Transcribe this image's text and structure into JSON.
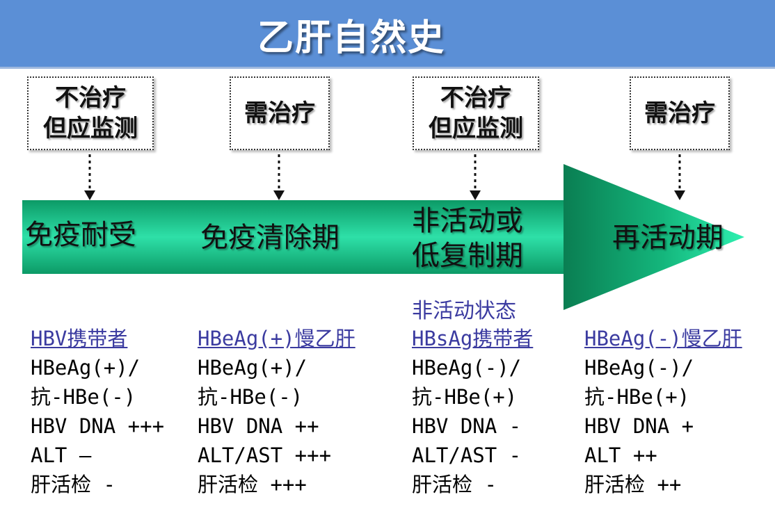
{
  "title": "乙肝自然史",
  "boxes": [
    {
      "line1": "不治疗",
      "line2": "但应监测"
    },
    {
      "line1": "需治疗"
    },
    {
      "line1": "不治疗",
      "line2": "但应监测"
    },
    {
      "line1": "需治疗"
    }
  ],
  "phases": [
    {
      "line1": "免疫耐受"
    },
    {
      "line1": "免疫清除期"
    },
    {
      "line1": "非活动或",
      "line2": "低复制期"
    },
    {
      "line1": "再活动期"
    }
  ],
  "inactive_state_label": "非活动状态",
  "columns": [
    {
      "head": "HBV携带者",
      "lines": [
        "HBeAg(+)/",
        "抗-HBe(-)",
        "HBV DNA +++",
        "ALT —",
        "肝活检 -"
      ]
    },
    {
      "head": "HBeAg(+)慢乙肝",
      "lines": [
        "HBeAg(+)/",
        "抗-HBe(-)",
        "HBV DNA ++",
        "ALT/AST +++",
        "肝活检 +++"
      ]
    },
    {
      "head": "HBsAg携带者",
      "lines": [
        "HBeAg(-)/",
        "抗-HBe(+)",
        "HBV DNA -",
        "ALT/AST -",
        "肝活检 -"
      ]
    },
    {
      "head": "HBeAg(-)慢乙肝",
      "lines": [
        "HBeAg(-)/",
        "抗-HBe(+)",
        "HBV DNA +",
        "ALT ++",
        "肝活检 ++"
      ]
    }
  ],
  "colors": {
    "header": "#5b8fd6",
    "arrow_dark": "#0a8a5a",
    "arrow_light": "#22dba0",
    "link": "#3b3ba0"
  }
}
